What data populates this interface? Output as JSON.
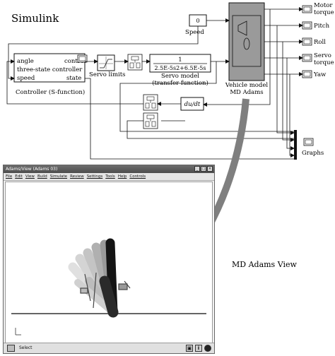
{
  "simulink": {
    "title": "Simulink",
    "controller": {
      "inputs": [
        "angle",
        "three-state controller",
        "speed"
      ],
      "outputs": [
        "control",
        "state"
      ],
      "caption": "Controller (S-function)"
    },
    "servo_limits_label": "Servo limits",
    "servo_model": {
      "numerator": "1",
      "denominator": "2.5E-5s2+6.5E-5s",
      "caption_line1": "Servo model",
      "caption_line2": "(transfer function)"
    },
    "speed_block": {
      "value": "0",
      "label": "Speed"
    },
    "vehicle_model": {
      "caption_line1": "Vehicle model",
      "caption_line2": "MD Adams"
    },
    "derivative_label": "du/dt",
    "scopes": [
      {
        "line1": "Motor",
        "line2": "torque"
      },
      {
        "line1": "Pitch",
        "line2": ""
      },
      {
        "line1": "Roll",
        "line2": ""
      },
      {
        "line1": "Servo",
        "line2": "torque"
      },
      {
        "line1": "Yaw",
        "line2": ""
      }
    ],
    "graphs_label": "Graphs"
  },
  "adams": {
    "window_title": "Adams/View (Adams 03)",
    "menu": [
      "File",
      "Edit",
      "View",
      "Build",
      "Simulate",
      "Review",
      "Settings",
      "Tools",
      "Help",
      "Controls"
    ],
    "status_text": "Select",
    "status_icons": [
      "i"
    ],
    "view_label": "MD Adams View"
  },
  "colors": {
    "vehicle_block": "#9a9a9a",
    "arrow": "#7f7f7f",
    "ground_line": "#666666"
  }
}
